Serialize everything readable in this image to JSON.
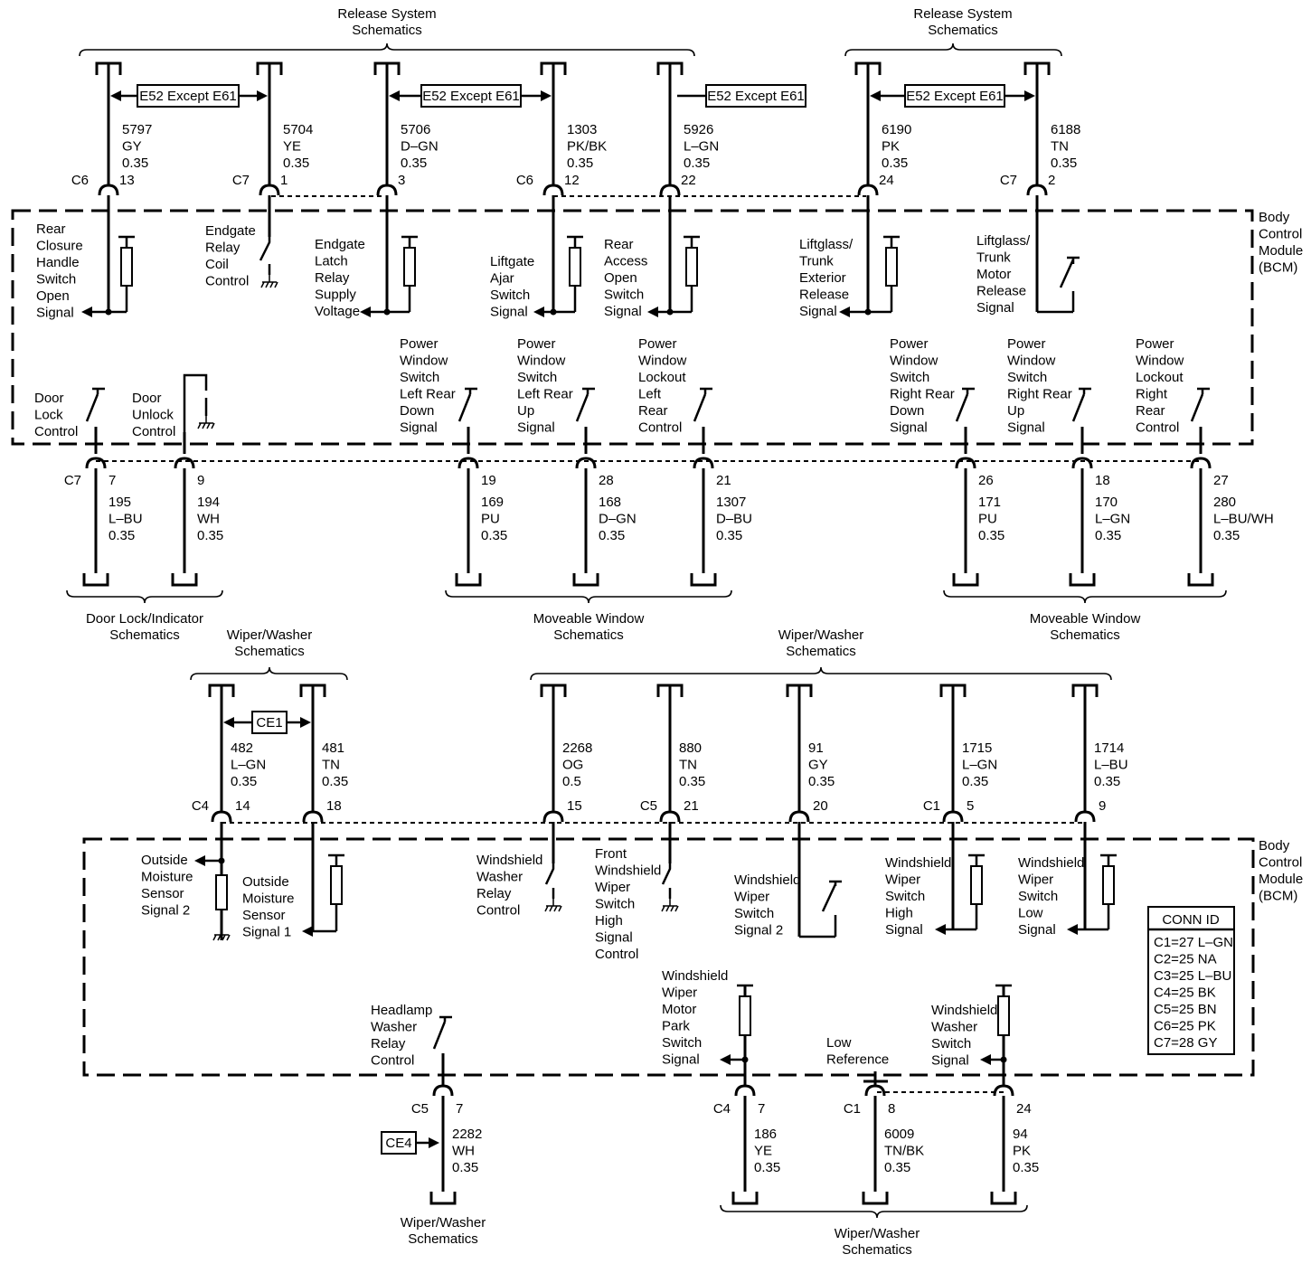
{
  "modules": {
    "top": [
      "Body",
      "Control",
      "Module",
      "(BCM)"
    ],
    "bottom": [
      "Body",
      "Control",
      "Module",
      "(BCM)"
    ]
  },
  "schematics": {
    "release_1": [
      "Release System",
      "Schematics"
    ],
    "release_2": [
      "Release System",
      "Schematics"
    ],
    "door_lock": [
      "Door Lock/Indicator",
      "Schematics"
    ],
    "moveable_1": [
      "Moveable Window",
      "Schematics"
    ],
    "moveable_2": [
      "Moveable Window",
      "Schematics"
    ],
    "wiper_left": [
      "Wiper/Washer",
      "Schematics"
    ],
    "wiper_mid": [
      "Wiper/Washer",
      "Schematics"
    ],
    "wiper_bottom_left": [
      "Wiper/Washer",
      "Schematics"
    ],
    "wiper_bottom_right": [
      "Wiper/Washer",
      "Schematics"
    ]
  },
  "options": {
    "e52_1": "E52 Except E61",
    "e52_2": "E52 Except E61",
    "e52_3": "E52 Except E61",
    "e52_4": "E52 Except E61",
    "ce1": "CE1",
    "ce4": "CE4"
  },
  "connectors": {
    "top_row": [
      {
        "conn": "C6",
        "pin": "13"
      },
      {
        "conn": "C7",
        "pin": "1"
      },
      {
        "conn": "",
        "pin": "3"
      },
      {
        "conn": "C6",
        "pin": "12"
      },
      {
        "conn": "",
        "pin": "22"
      },
      {
        "conn": "",
        "pin": "24"
      },
      {
        "conn": "C7",
        "pin": "2"
      }
    ],
    "mid_row": [
      {
        "conn": "C7",
        "pin": "7"
      },
      {
        "conn": "",
        "pin": "9"
      },
      {
        "conn": "",
        "pin": "19"
      },
      {
        "conn": "",
        "pin": "28"
      },
      {
        "conn": "",
        "pin": "21"
      },
      {
        "conn": "",
        "pin": "26"
      },
      {
        "conn": "",
        "pin": "18"
      },
      {
        "conn": "",
        "pin": "27"
      }
    ],
    "lower_row": [
      {
        "conn": "C4",
        "pin": "14"
      },
      {
        "conn": "",
        "pin": "18"
      },
      {
        "conn": "",
        "pin": "15"
      },
      {
        "conn": "C5",
        "pin": "21"
      },
      {
        "conn": "",
        "pin": "20"
      },
      {
        "conn": "C1",
        "pin": "5"
      },
      {
        "conn": "",
        "pin": "9"
      }
    ],
    "bottom_row": [
      {
        "conn": "C5",
        "pin": "7"
      },
      {
        "conn": "C4",
        "pin": "7"
      },
      {
        "conn": "C1",
        "pin": "8"
      },
      {
        "conn": "",
        "pin": "24"
      }
    ]
  },
  "wires": {
    "w5797": [
      "5797",
      "GY",
      "0.35"
    ],
    "w5704": [
      "5704",
      "YE",
      "0.35"
    ],
    "w5706": [
      "5706",
      "D–GN",
      "0.35"
    ],
    "w1303": [
      "1303",
      "PK/BK",
      "0.35"
    ],
    "w5926": [
      "5926",
      "L–GN",
      "0.35"
    ],
    "w6190": [
      "6190",
      "PK",
      "0.35"
    ],
    "w6188": [
      "6188",
      "TN",
      "0.35"
    ],
    "w195": [
      "195",
      "L–BU",
      "0.35"
    ],
    "w194": [
      "194",
      "WH",
      "0.35"
    ],
    "w169": [
      "169",
      "PU",
      "0.35"
    ],
    "w168": [
      "168",
      "D–GN",
      "0.35"
    ],
    "w1307": [
      "1307",
      "D–BU",
      "0.35"
    ],
    "w171": [
      "171",
      "PU",
      "0.35"
    ],
    "w170": [
      "170",
      "L–GN",
      "0.35"
    ],
    "w280": [
      "280",
      "L–BU/WH",
      "0.35"
    ],
    "w482": [
      "482",
      "L–GN",
      "0.35"
    ],
    "w481": [
      "481",
      "TN",
      "0.35"
    ],
    "w2268": [
      "2268",
      "OG",
      "0.5"
    ],
    "w880": [
      "880",
      "TN",
      "0.35"
    ],
    "w91": [
      "91",
      "GY",
      "0.35"
    ],
    "w1715": [
      "1715",
      "L–GN",
      "0.35"
    ],
    "w1714": [
      "1714",
      "L–BU",
      "0.35"
    ],
    "w2282": [
      "2282",
      "WH",
      "0.35"
    ],
    "w186": [
      "186",
      "YE",
      "0.35"
    ],
    "w6009": [
      "6009",
      "TN/BK",
      "0.35"
    ],
    "w94": [
      "94",
      "PK",
      "0.35"
    ]
  },
  "signals": {
    "rear_closure": [
      "Rear",
      "Closure",
      "Handle",
      "Switch",
      "Open",
      "Signal"
    ],
    "endgate_relay": [
      "Endgate",
      "Relay",
      "Coil",
      "Control"
    ],
    "endgate_latch": [
      "Endgate",
      "Latch",
      "Relay",
      "Supply",
      "Voltage"
    ],
    "liftgate_ajar": [
      "Liftgate",
      "Ajar",
      "Switch",
      "Signal"
    ],
    "rear_access": [
      "Rear",
      "Access",
      "Open",
      "Switch",
      "Signal"
    ],
    "liftglass_exterior": [
      "Liftglass/",
      "Trunk",
      "Exterior",
      "Release",
      "Signal"
    ],
    "liftglass_motor": [
      "Liftglass/",
      "Trunk",
      "Motor",
      "Release",
      "Signal"
    ],
    "door_lock": [
      "Door",
      "Lock",
      "Control"
    ],
    "door_unlock": [
      "Door",
      "Unlock",
      "Control"
    ],
    "pw_lr_down": [
      "Power",
      "Window",
      "Switch",
      "Left Rear",
      "Down",
      "Signal"
    ],
    "pw_lr_up": [
      "Power",
      "Window",
      "Switch",
      "Left Rear",
      "Up",
      "Signal"
    ],
    "pw_lockout_lr": [
      "Power",
      "Window",
      "Lockout",
      "Left",
      "Rear",
      "Control"
    ],
    "pw_rr_down": [
      "Power",
      "Window",
      "Switch",
      "Right Rear",
      "Down",
      "Signal"
    ],
    "pw_rr_up": [
      "Power",
      "Window",
      "Switch",
      "Right Rear",
      "Up",
      "Signal"
    ],
    "pw_lockout_rr": [
      "Power",
      "Window",
      "Lockout",
      "Right",
      "Rear",
      "Control"
    ],
    "moisture_2": [
      "Outside",
      "Moisture",
      "Sensor",
      "Signal 2"
    ],
    "moisture_1": [
      "Outside",
      "Moisture",
      "Sensor",
      "Signal 1"
    ],
    "ws_washer_relay": [
      "Windshield",
      "Washer",
      "Relay",
      "Control"
    ],
    "front_wiper_high": [
      "Front",
      "Windshield",
      "Wiper",
      "Switch",
      "High",
      "Signal",
      "Control"
    ],
    "ws_wiper_signal2": [
      "Windshield",
      "Wiper",
      "Switch",
      "Signal 2"
    ],
    "ws_wiper_high": [
      "Windshield",
      "Wiper",
      "Switch",
      "High",
      "Signal"
    ],
    "ws_wiper_low": [
      "Windshield",
      "Wiper",
      "Switch",
      "Low",
      "Signal"
    ],
    "headlamp_washer": [
      "Headlamp",
      "Washer",
      "Relay",
      "Control"
    ],
    "ws_motor_park": [
      "Windshield",
      "Wiper",
      "Motor",
      "Park",
      "Switch",
      "Signal"
    ],
    "low_reference": [
      "Low",
      "Reference"
    ],
    "ws_washer_switch": [
      "Windshield",
      "Washer",
      "Switch",
      "Signal"
    ]
  },
  "conn_id": {
    "title": "CONN ID",
    "rows": [
      "C1=27 L–GN",
      "C2=25 NA",
      "C3=25 L–BU",
      "C4=25 BK",
      "C5=25 BN",
      "C6=25 PK",
      "C7=28 GY"
    ]
  }
}
